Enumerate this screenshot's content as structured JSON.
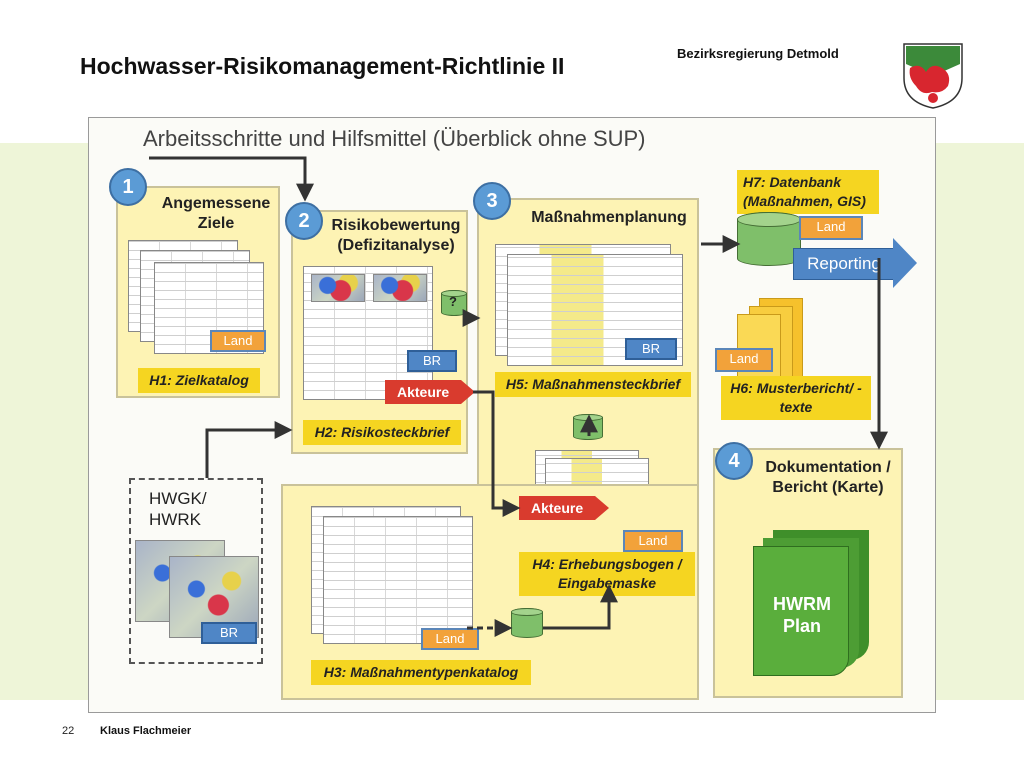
{
  "slide": {
    "title": "Hochwasser-Risikomanagement-Richtlinie II",
    "organization": "Bezirksregierung Detmold",
    "page_number": "22",
    "author": "Klaus Flachmeier"
  },
  "diagram": {
    "title": "Arbeitsschritte und Hilfsmittel (Überblick ohne SUP)",
    "steps": [
      {
        "number": "1",
        "title": "Angemessene Ziele",
        "helper": "H1: Zielkatalog"
      },
      {
        "number": "2",
        "title": "Risikobewertung (Defizitanalyse)",
        "helper": "H2: Risikosteckbrief"
      },
      {
        "number": "3",
        "title": "Maßnahmenplanung",
        "helper": "H5: Maßnahmensteckbrief"
      },
      {
        "number": "4",
        "title": "Dokumentation / Bericht (Karte)",
        "helper": ""
      }
    ],
    "helpers": {
      "h3": "H3: Maßnahmentypenkatalog",
      "h4": "H4: Erhebungsbogen / Eingabemaske",
      "h6": "H6: Musterbericht/ -texte",
      "h7": "H7: Datenbank (Maßnahmen, GIS)"
    },
    "tags": {
      "land": "Land",
      "br": "BR",
      "akteure": "Akteure",
      "question": "?"
    },
    "reporting": "Reporting",
    "maps": "HWGK/ HWRK",
    "plan": "HWRM Plan"
  },
  "colors": {
    "box_fill": "#fdf3b4",
    "highlight": "#f5d521",
    "land": "#f2a23a",
    "br": "#4f86c6",
    "akteure": "#d93b2e",
    "reporting": "#4f86c6",
    "plan": "#5aae3c",
    "badge": "#5b9bd5"
  }
}
